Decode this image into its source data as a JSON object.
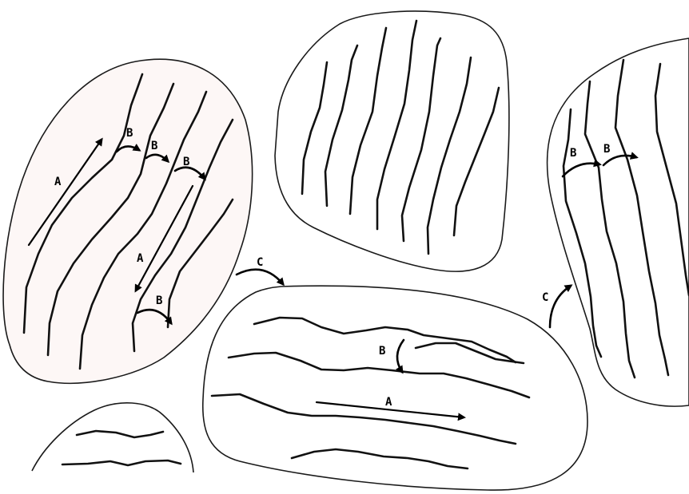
{
  "labels": {
    "translation": "A",
    "rotation": "B",
    "domain_switch": "C"
  },
  "colors": {
    "ink": "#111111",
    "tint": "#fdf7f6",
    "background": "#ffffff"
  }
}
